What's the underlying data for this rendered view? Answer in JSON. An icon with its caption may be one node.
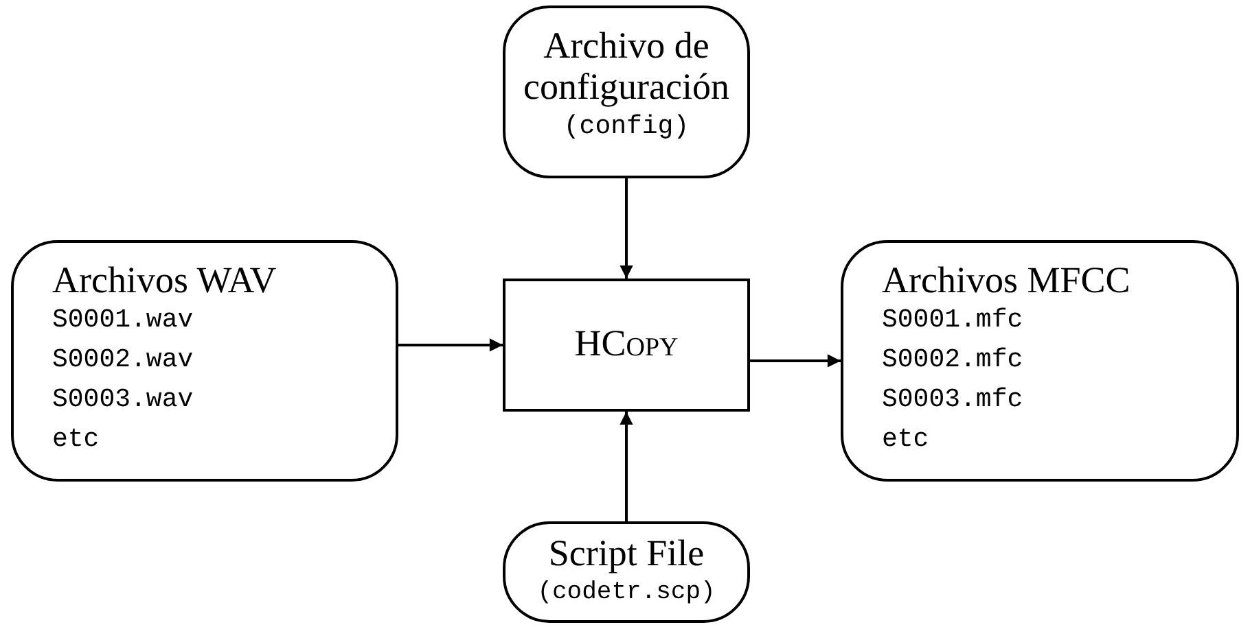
{
  "diagram": {
    "nodes": [
      {
        "text": [
          "Archivo de configuración",
          "(config)"
        ]
      },
      {
        "text": [
          "Archivos WAV",
          "S0001.wav",
          "S0002.wav",
          "S0003.wav",
          "etc"
        ]
      },
      {
        "text": [
          "HCopy"
        ]
      },
      {
        "text": [
          "Archivos MFCC",
          "S0001.mfc",
          "S0002.mfc",
          "S0003.mfc",
          "etc"
        ]
      },
      {
        "text": [
          "Script File",
          "(codetr.scp)"
        ]
      }
    ],
    "edges": [
      {
        "from": 0,
        "to": 2,
        "arrow": "to"
      },
      {
        "from": 1,
        "to": 2,
        "arrow": "to"
      },
      {
        "from": 2,
        "to": 3,
        "arrow": "to"
      },
      {
        "from": 4,
        "to": 2,
        "arrow": "to"
      }
    ]
  }
}
